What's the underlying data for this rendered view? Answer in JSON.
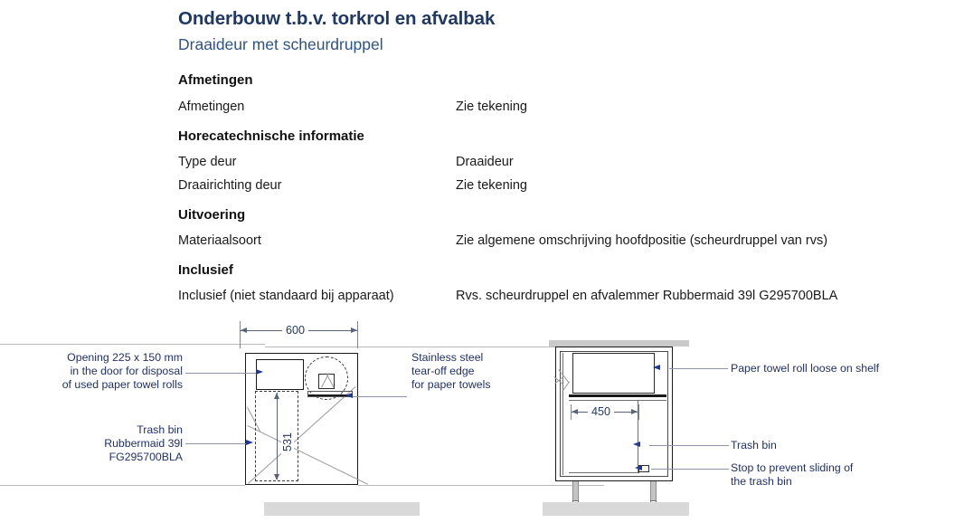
{
  "header": {
    "title": "Onderbouw t.b.v. torkrol en afvalbak",
    "subtitle": "Draaideur met scheurdruppel"
  },
  "spec_groups": [
    {
      "title": "Afmetingen",
      "rows": [
        {
          "label": "Afmetingen",
          "value": "Zie tekening"
        }
      ]
    },
    {
      "title": "Horecatechnische informatie",
      "rows": [
        {
          "label": "Type deur",
          "value": "Draaideur"
        },
        {
          "label": "Draairichting deur",
          "value": "Zie tekening"
        }
      ]
    },
    {
      "title": "Uitvoering",
      "rows": [
        {
          "label": "Materiaalsoort",
          "value": "Zie algemene omschrijving hoofdpositie (scheurdruppel van rvs)"
        }
      ]
    },
    {
      "title": "Inclusief",
      "rows": [
        {
          "label": "Inclusief (niet standaard bij apparaat)",
          "value": "Rvs. scheurdruppel en afvalemmer Rubbermaid 39l G295700BLA"
        }
      ]
    }
  ],
  "drawings": {
    "front_view": {
      "dimension_width": "600",
      "dimension_height": "531",
      "notes": {
        "opening": "Opening 225 x 150 mm\nin the door for disposal\nof used paper towel rolls",
        "trash_bin": "Trash bin\nRubbermaid 39l\nFG295700BLA",
        "tear_off": "Stainless steel\ntear-off edge\nfor paper towels"
      }
    },
    "side_view": {
      "dimension_depth": "450",
      "notes": {
        "paper_roll": "Paper towel roll loose on shelf",
        "trash_bin": "Trash bin",
        "stop": "Stop to prevent sliding of\nthe trash bin"
      }
    }
  },
  "colors": {
    "title_navy": "#1f3864",
    "subtitle_blue": "#2e5387",
    "annotation_navy": "#20306b",
    "floor_gray": "#d9d9d9"
  }
}
